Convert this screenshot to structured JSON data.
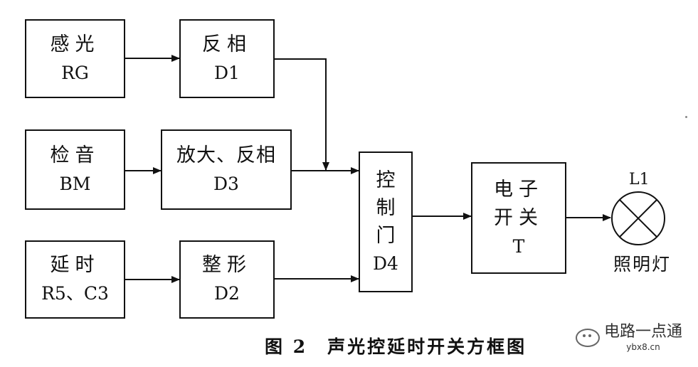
{
  "blocks": {
    "photo": {
      "line1": "感光",
      "line2": "RG"
    },
    "invert_d1": {
      "line1": "反相",
      "line2": "D1"
    },
    "sound": {
      "line1": "检音",
      "line2": "BM"
    },
    "amp_invert": {
      "line1": "放大、反相",
      "line2": "D3"
    },
    "delay": {
      "line1": "延时",
      "line2": "R5、C3"
    },
    "shaping": {
      "line1": "整形",
      "line2": "D2"
    },
    "control_gate": {
      "chars": [
        "控",
        "制",
        "门"
      ],
      "label": "D4"
    },
    "electronic_switch": {
      "line1": "电子",
      "line2": "开关",
      "line3": "T"
    }
  },
  "lamp": {
    "label": "L1",
    "name": "照明灯"
  },
  "caption": "图 2　声光控延时开关方框图",
  "watermark": {
    "title": "电路一点通",
    "url": "ybx8.cn"
  }
}
